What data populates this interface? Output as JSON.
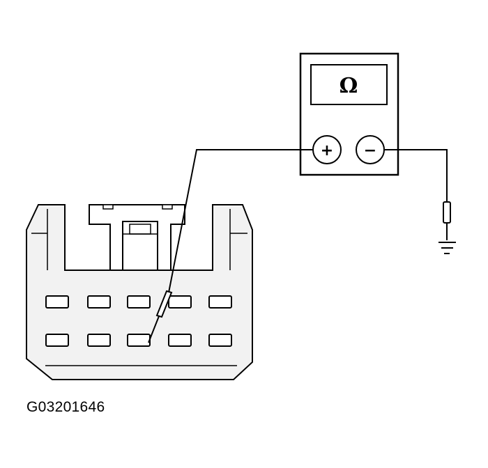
{
  "figure_code": "G03201646",
  "meter": {
    "display_symbol": "Ω",
    "positive_symbol": "+",
    "negative_symbol": "−"
  },
  "connector": {
    "rows": 2,
    "cavities_per_row": 5,
    "probed_cavity": {
      "row": 2,
      "position": 3
    }
  },
  "icons": [
    "multimeter-icon",
    "ground-icon",
    "test-probe-icon"
  ]
}
